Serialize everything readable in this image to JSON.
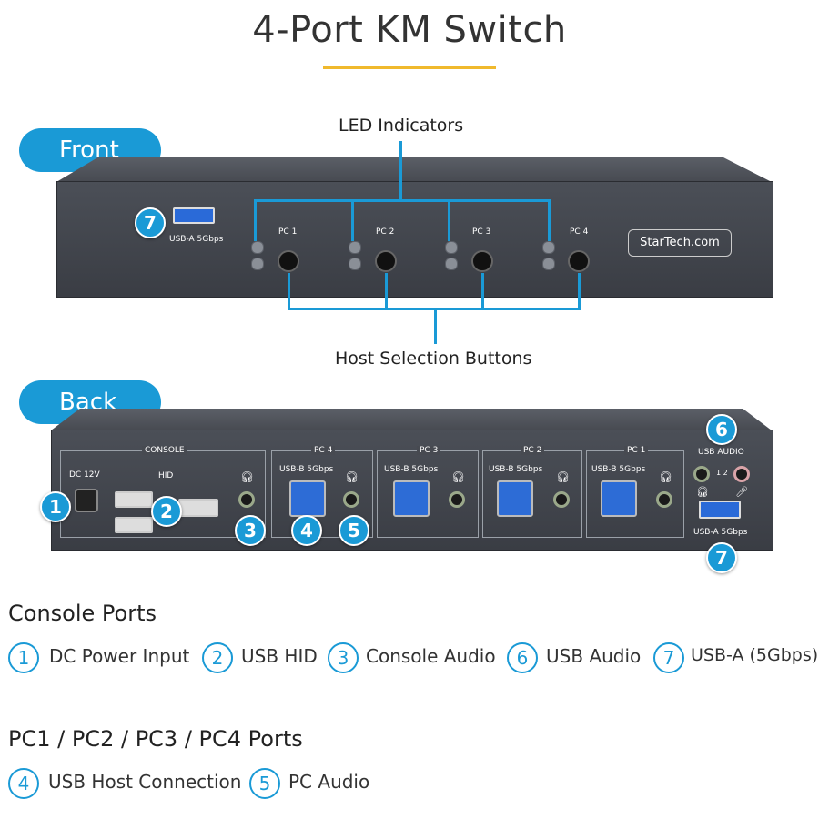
{
  "title": "4-Port KM Switch",
  "front": {
    "label": "Front",
    "callout_leds": "LED Indicators",
    "callout_buttons": "Host Selection Buttons",
    "usb_label": "USB-A 5Gbps",
    "usb_num": "7",
    "pcs": [
      "PC 1",
      "PC 2",
      "PC 3",
      "PC 4"
    ],
    "brand": "StarTech.com"
  },
  "back": {
    "label": "Back",
    "console_label": "CONSOLE",
    "dc_label": "DC 12V",
    "hid_label": "HID",
    "usb_audio_label": "USB AUDIO",
    "usb_a_label": "USB-A 5Gbps",
    "usb_b_label": "USB-B 5Gbps",
    "pc_sections": [
      "PC 4",
      "PC 3",
      "PC 2",
      "PC 1"
    ],
    "audio_marks": "1 2",
    "nums": [
      "1",
      "2",
      "3",
      "4",
      "5",
      "6",
      "7"
    ]
  },
  "legend": {
    "console_heading": "Console Ports",
    "console_items": [
      {
        "num": "1",
        "text": "DC Power Input"
      },
      {
        "num": "2",
        "text": "USB HID"
      },
      {
        "num": "3",
        "text": "Console Audio"
      },
      {
        "num": "6",
        "text": "USB Audio"
      },
      {
        "num": "7",
        "text": "USB-A (5Gbps)"
      }
    ],
    "pc_heading": "PC1 / PC2 / PC3 / PC4 Ports",
    "pc_items": [
      {
        "num": "4",
        "text": "USB Host Connection"
      },
      {
        "num": "5",
        "text": "PC Audio"
      }
    ]
  },
  "colors": {
    "accent": "#1a9ad6",
    "underline": "#f0b92d",
    "device": "#44474e"
  }
}
